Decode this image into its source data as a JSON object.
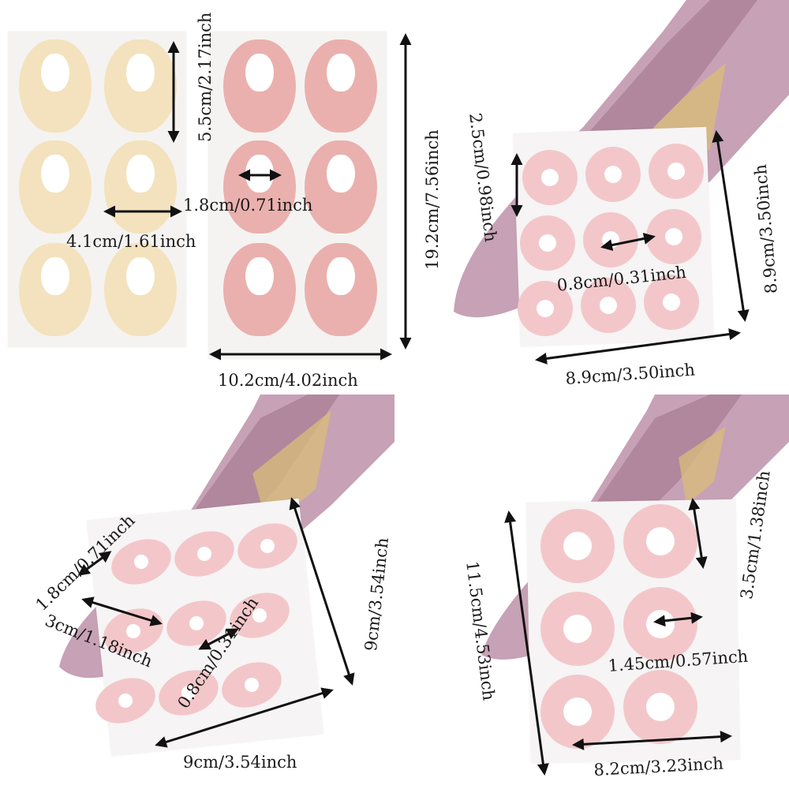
{
  "colors": {
    "beige_pad": "#f3e2bd",
    "rose_pad": "#eab0ad",
    "pink_pad": "#f3c7ca",
    "shoe": "#c7a1b5",
    "shoe_shadow": "#9d7388",
    "sheet_bg": "#f6f4f5",
    "gold_insole": "#d8bd7a"
  },
  "dimensions": {
    "panel1": {
      "pad_height": "5.5cm/2.17inch",
      "hole_width": "1.8cm/0.71inch",
      "pad_width": "4.1cm/1.61inch",
      "sheet_height": "19.2cm/7.56inch",
      "sheet_width": "10.2cm/4.02inch"
    },
    "panel2": {
      "pad_diameter": "2.5cm/0.98inch",
      "hole_diameter": "0.8cm/0.31inch",
      "sheet_height": "8.9cm/3.50inch",
      "sheet_width": "8.9cm/3.50inch"
    },
    "panel3": {
      "pad_height": "1.8cm/0.71inch",
      "pad_width": "3cm/1.18inch",
      "hole_diameter": "0.8cm/0.31inch",
      "sheet_height": "9cm/3.54inch",
      "sheet_width": "9cm/3.54inch"
    },
    "panel4": {
      "pad_diameter": "3.5cm/1.38inch",
      "hole_diameter": "1.45cm/0.57inch",
      "sheet_height": "11.5cm/4.53inch",
      "sheet_width": "8.2cm/3.23inch"
    }
  }
}
